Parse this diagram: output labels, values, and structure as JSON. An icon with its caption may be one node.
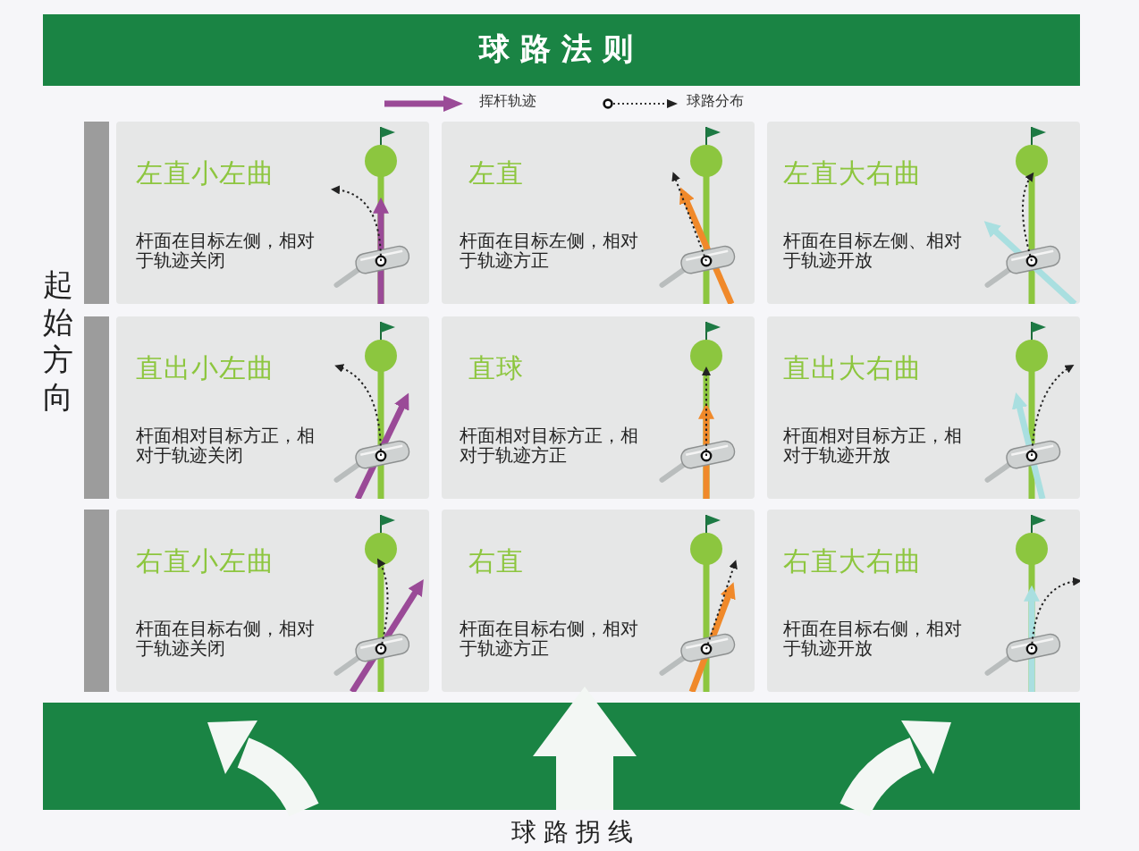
{
  "diagram": {
    "title": "球路法则",
    "nodes": [
      {
        "text": [
          "左直小左曲",
          "杆面在目标左侧，相对于轨迹关闭"
        ]
      },
      {
        "text": [
          "左直",
          "杆面在目标左侧，相对于轨迹方正"
        ]
      },
      {
        "text": [
          "左直大右曲",
          "杆面在目标左侧、相对于轨迹开放"
        ]
      },
      {
        "text": [
          "直出小左曲",
          "杆面相对目标方正，相对于轨迹关闭"
        ]
      },
      {
        "text": [
          "直球",
          "杆面相对目标方正，相对于轨迹方正"
        ]
      },
      {
        "text": [
          "直出大右曲",
          "杆面相对目标方正，相对于轨迹开放"
        ]
      },
      {
        "text": [
          "右直小左曲",
          "杆面在目标右侧，相对于轨迹关闭"
        ]
      },
      {
        "text": [
          "右直",
          "杆面在目标右侧，相对于轨迹方正"
        ]
      },
      {
        "text": [
          "右直大右曲",
          "杆面在目标右侧，相对于轨迹开放"
        ]
      }
    ],
    "labels": [
      "起始方向",
      "球路拐线"
    ],
    "legend": [
      {
        "text": "挥杆轨迹"
      },
      {
        "text": "球路分布"
      }
    ]
  }
}
